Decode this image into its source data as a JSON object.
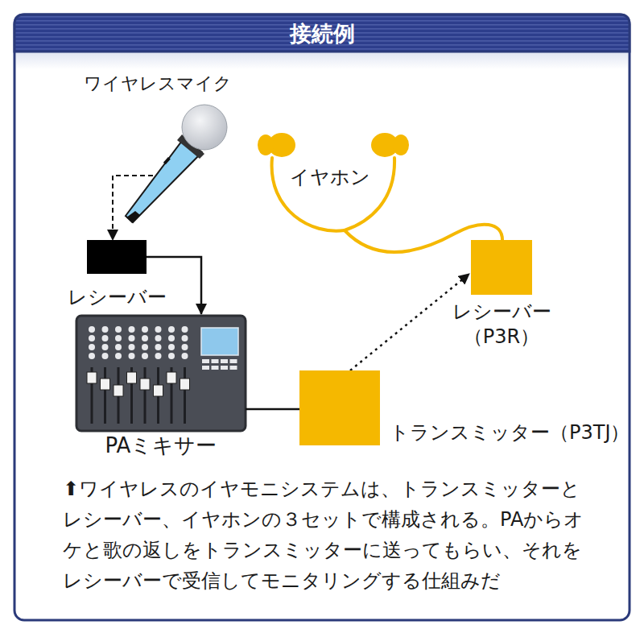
{
  "diagram": {
    "title": "接続例",
    "caption": "⬆ワイヤレスのイヤモニシステムは、トランスミッターとレシーバー、イヤホンの３セットで構成される。PAからオケと歌の返しをトランスミッターに送ってもらい、それをレシーバーで受信してモニタリングする仕組みだ",
    "nodes": [
      {
        "text": [
          "ワイヤレスマイク"
        ]
      },
      {
        "text": [
          "レシーバー"
        ]
      },
      {
        "text": [
          "PAミキサー"
        ]
      },
      {
        "text": [
          "トランスミッター（P3TJ）"
        ]
      },
      {
        "text": [
          "レシーバー （P3R）"
        ]
      }
    ],
    "edges": [
      {
        "from": 0,
        "to": 1,
        "arrow": "to"
      },
      {
        "from": 1,
        "to": 2,
        "arrow": "to"
      },
      {
        "from": 2,
        "to": 3,
        "arrow": "none"
      },
      {
        "from": 3,
        "to": 4,
        "arrow": "to"
      }
    ],
    "labels": [
      "イヤホン"
    ]
  }
}
